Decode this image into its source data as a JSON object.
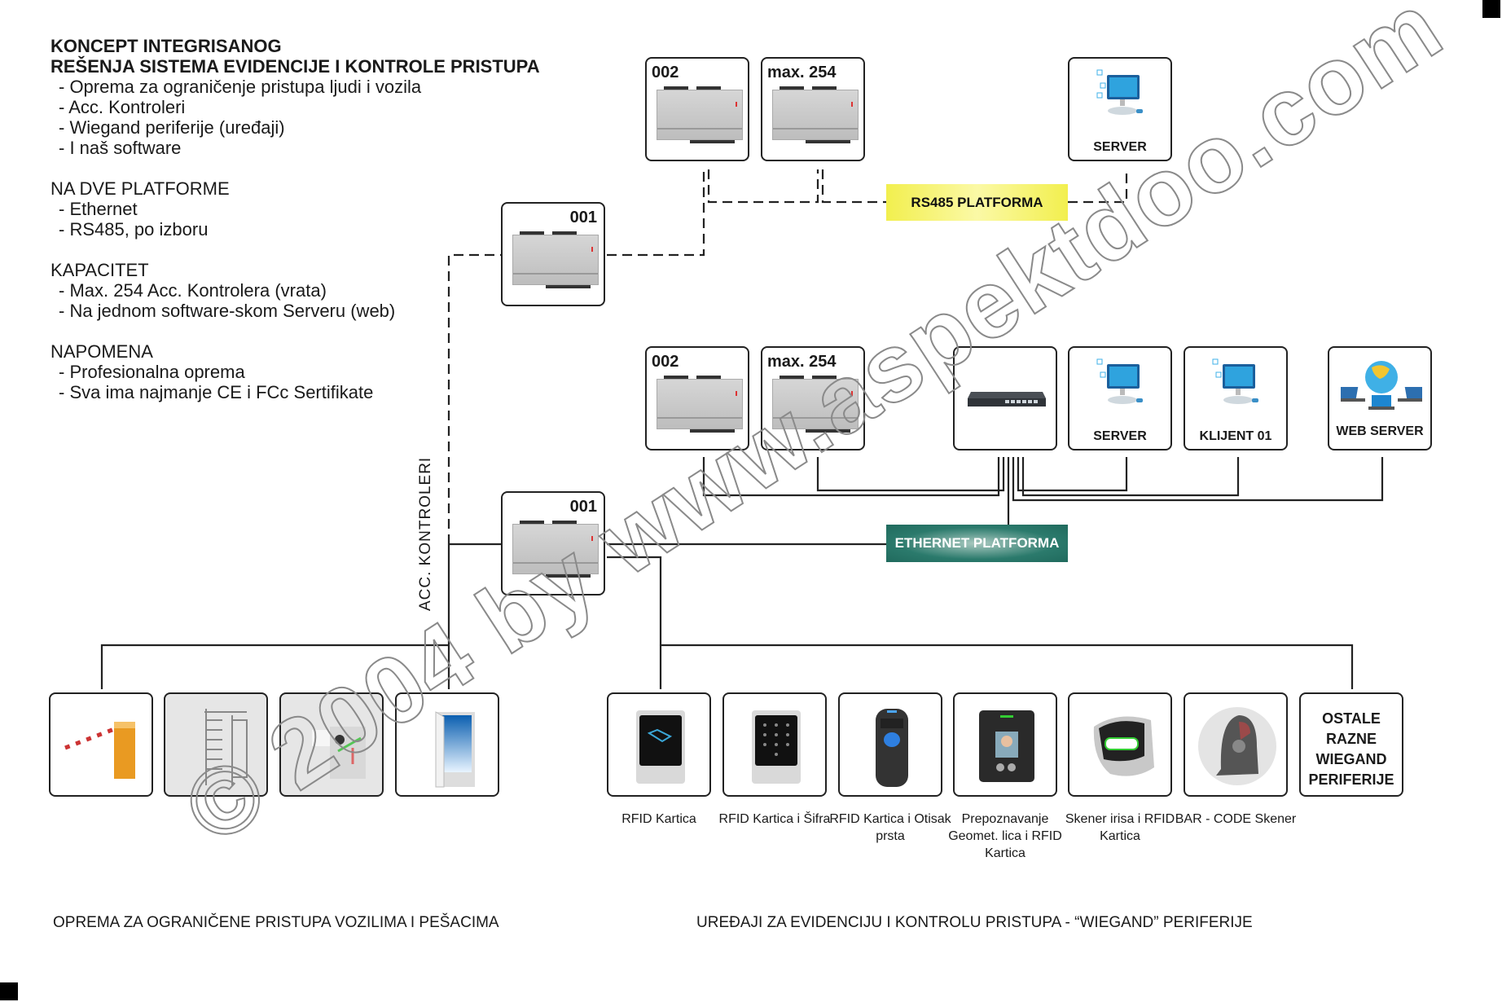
{
  "intro": {
    "title_line1": "KONCEPT INTEGRISANOG",
    "title_line2": "REŠENJA SISTEMA EVIDENCIJE I KONTROLE PRISTUPA",
    "items": [
      "- Oprema za ograničenje pristupa ljudi i vozila",
      "- Acc. Kontroleri",
      "- Wiegand periferije (uređaji)",
      "- I naš software"
    ],
    "platforms_heading": "NA DVE PLATFORME",
    "platforms": [
      "- Ethernet",
      "- RS485, po izboru"
    ],
    "capacity_heading": "KAPACITET",
    "capacity": [
      "- Max. 254 Acc. Kontrolera (vrata)",
      "- Na jednom software-skom Serveru (web)"
    ],
    "note_heading": "NAPOMENA",
    "notes": [
      "- Profesionalna oprema",
      "- Sva ima najmanje CE i FCc Sertifikate"
    ]
  },
  "rs485": {
    "platform_label": "RS485 PLATFORMA",
    "platform_color": "#f2ef4e",
    "controllers": [
      {
        "id": "001"
      },
      {
        "id": "002"
      },
      {
        "id": "max. 254"
      }
    ],
    "server_label": "SERVER"
  },
  "ethernet": {
    "platform_label": "ETHERNET PLATFORMA",
    "platform_color": "#2b7a6c",
    "controllers": [
      {
        "id": "001"
      },
      {
        "id": "002"
      },
      {
        "id": "max. 254"
      }
    ],
    "server_label": "SERVER",
    "client_label": "KLIJENT 01",
    "web_server_label": "WEB SERVER"
  },
  "vertical_label": "ACC. KONTROLERI",
  "barriers": [
    {
      "icon": "parking-barrier-icon"
    },
    {
      "icon": "full-height-turnstile-icon"
    },
    {
      "icon": "tripod-turnstile-icon"
    },
    {
      "icon": "door-icon"
    }
  ],
  "peripherals": [
    {
      "icon": "rfid-reader-icon",
      "caption": "RFID Kartica"
    },
    {
      "icon": "rfid-keypad-icon",
      "caption": "RFID Kartica i Šifra"
    },
    {
      "icon": "fingerprint-reader-icon",
      "caption": "RFID Kartica i Otisak prsta"
    },
    {
      "icon": "face-recognition-icon",
      "caption": "Prepoznavanje Geomet. lica i RFID Kartica"
    },
    {
      "icon": "iris-scanner-icon",
      "caption": "Skener irisa i RFID Kartica"
    },
    {
      "icon": "barcode-scanner-icon",
      "caption": "BAR - CODE Skener"
    },
    {
      "icon": "other-peripherals",
      "caption": "",
      "text": "OSTALE RAZNE WIEGAND PERIFERIJE"
    }
  ],
  "footer": {
    "left": "OPREMA ZA OGRANIČENE PRISTUPA VOZILIMA I PEŠACIMA",
    "right": "UREĐAJI ZA EVIDENCIJU I KONTROLU PRISTUPA - “WIEGAND” PERIFERIJE"
  },
  "watermark": "© 2004 by www.aspektdoo.com"
}
